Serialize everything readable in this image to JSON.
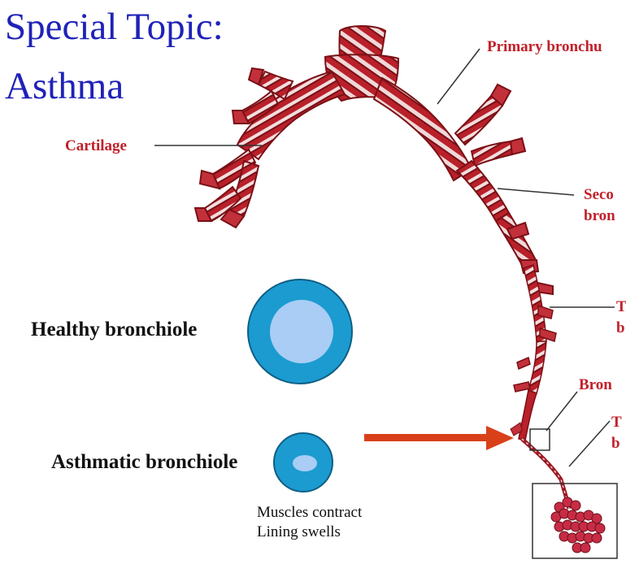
{
  "title": {
    "line1": "Special Topic:",
    "line2": "Asthma"
  },
  "labels": {
    "primary_bronchus": "Primary bronchu",
    "cartilage": "Cartilage",
    "secondary_bronchi_line1": "Seco",
    "secondary_bronchi_line2": "bron",
    "tertiary_bronchi_line1": "T",
    "tertiary_bronchi_line2": "b",
    "bronchiole": "Bron",
    "terminal_bronchiole_line1": "T",
    "terminal_bronchiole_line2": "b"
  },
  "healthy": {
    "label": "Healthy bronchiole"
  },
  "asthmatic": {
    "label": "Asthmatic bronchiole",
    "note_line1": "Muscles contract",
    "note_line2": "Lining swells"
  },
  "colors": {
    "title": "#1f22b8",
    "anatomy_label": "#c2202a",
    "bronchiole_wall": "#1c9bd0",
    "bronchiole_lumen": "#a9cdf5",
    "arrow": "#d9401a",
    "tissue": "#b9202a"
  }
}
